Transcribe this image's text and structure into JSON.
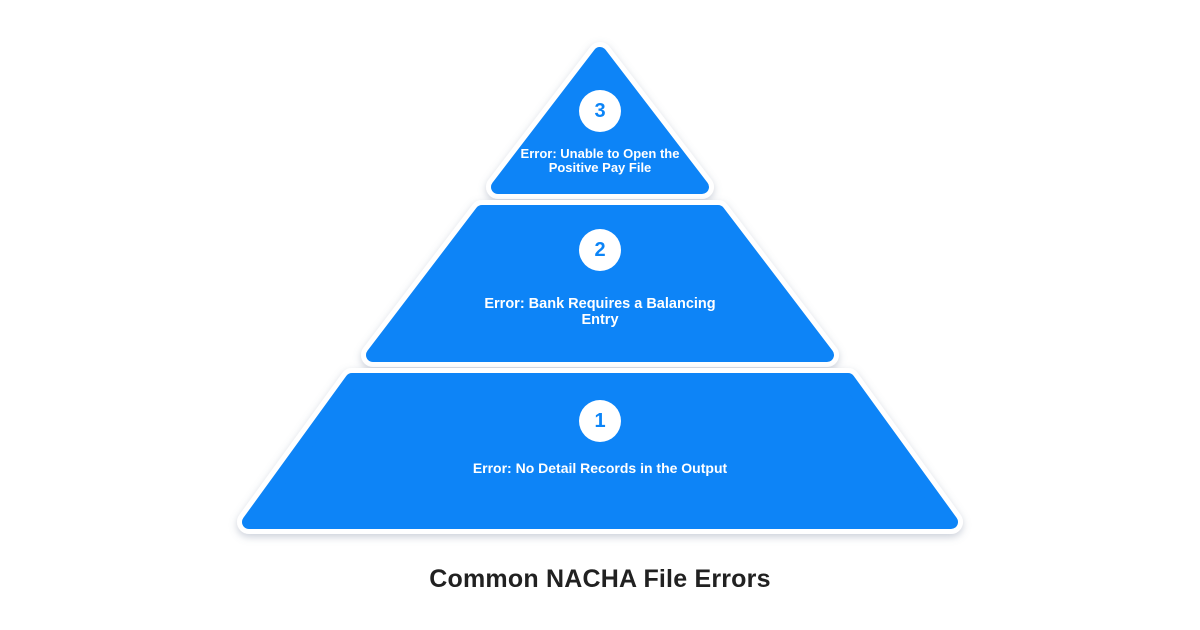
{
  "title": "Common NACHA File Errors",
  "colors": {
    "primary_blue": "#0b84f7",
    "title_text": "#212121",
    "level_text": "#ffffff",
    "background": "#ffffff"
  },
  "pyramid": {
    "levels": [
      {
        "number": "3",
        "label": "Error: Unable to Open the Positive Pay File",
        "position": "top"
      },
      {
        "number": "2",
        "label": "Error: Bank Requires a Balancing Entry",
        "position": "middle"
      },
      {
        "number": "1",
        "label": "Error: No Detail Records in the Output",
        "position": "bottom"
      }
    ]
  }
}
